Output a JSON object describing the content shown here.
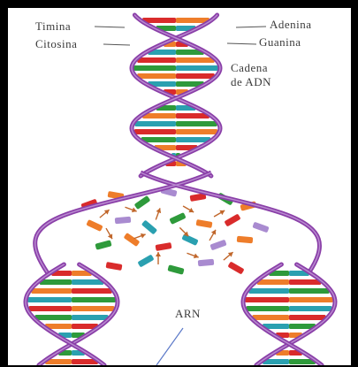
{
  "labels": {
    "timina": "Timina",
    "citosina": "Citosina",
    "adenina": "Adenina",
    "guanina": "Guanina",
    "cadena_line1": "Cadena",
    "cadena_line2": "de ADN",
    "arn": "ARN"
  },
  "colors": {
    "background": "#000000",
    "panel": "#ffffff",
    "backbone": "#8a3fa8",
    "backbone_light": "#b98ad0",
    "base_red": "#d92b2b",
    "base_green": "#2e9a3b",
    "base_orange": "#ee7d2a",
    "base_teal": "#2aa0b0",
    "rna_lilac": "#a98bd0",
    "arrow": "#c0662a",
    "pointer": "#5a78c8",
    "leader": "#555555"
  }
}
